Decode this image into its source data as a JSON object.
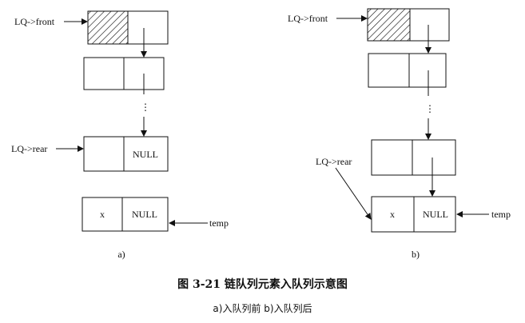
{
  "panel_a": {
    "front_label": "LQ->front",
    "rear_label": "LQ->rear",
    "temp_label": "temp",
    "node_null_text": "NULL",
    "new_node_data": "x",
    "new_node_next": "NULL",
    "ellipsis": "⋮",
    "panel_label": "a)"
  },
  "panel_b": {
    "front_label": "LQ->front",
    "rear_label": "LQ->rear",
    "temp_label": "temp",
    "new_node_data": "x",
    "new_node_next": "NULL",
    "ellipsis": "⋮",
    "panel_label": "b)"
  },
  "caption": {
    "title": "图 3-21   链队列元素入队列示意图",
    "subtitle": "a)入队列前   b)入队列后"
  },
  "colors": {
    "stroke": "#111111",
    "background": "#ffffff"
  }
}
